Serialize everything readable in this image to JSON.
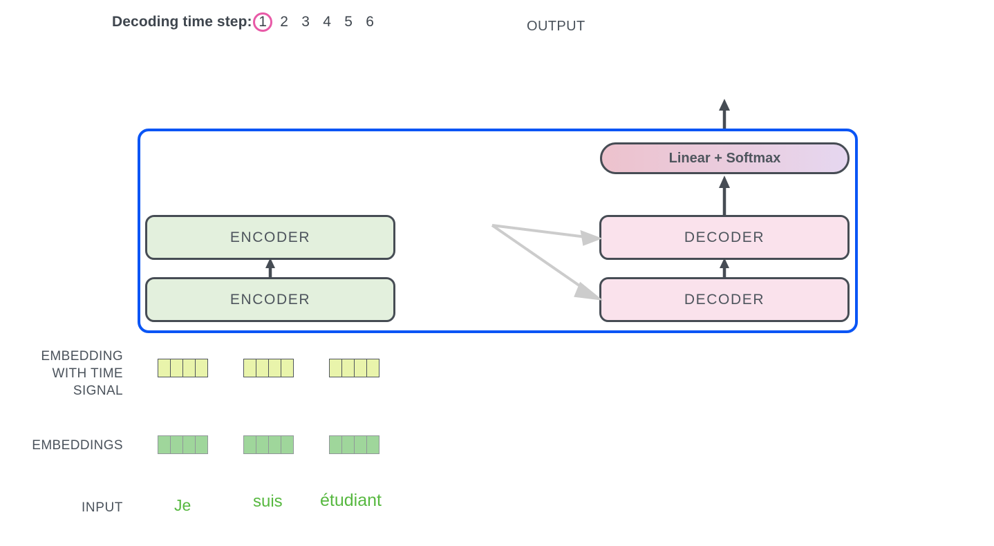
{
  "header": {
    "timestep_label": "Decoding time step:",
    "steps": [
      "1",
      "2",
      "3",
      "4",
      "5",
      "6"
    ],
    "active_step": "1",
    "active_step_index": 0,
    "output_label": "OUTPUT",
    "circle_color": "#e85aa7"
  },
  "container": {
    "border_color": "#0a55f5"
  },
  "encoder_stack": {
    "top_label": "ENCODER",
    "bottom_label": "ENCODER",
    "fill_color": "#e3f0dd",
    "border_color": "#464c54"
  },
  "decoder_stack": {
    "top_label": "DECODER",
    "bottom_label": "DECODER",
    "fill_color": "#fae2ec",
    "border_color": "#464c54"
  },
  "linear_softmax": {
    "label": "Linear + Softmax",
    "gradient_from": "#edc2cd",
    "gradient_to": "#e6d7f0"
  },
  "arrows": {
    "cross_arrow_color": "#cccccc",
    "stack_arrow_color": "#464c54"
  },
  "rows": {
    "embedding_with_time_signal": {
      "label_line_1": "EMBEDDING",
      "label_line_2": "WITH TIME",
      "label_line_3": "SIGNAL",
      "cell_color": "#e9f4ab",
      "cells_per_vector": 4,
      "vector_count": 3
    },
    "embeddings": {
      "label": "EMBEDDINGS",
      "cell_color": "#9fd69b",
      "cells_per_vector": 4,
      "vector_count": 3
    },
    "input": {
      "label": "INPUT",
      "words": [
        "Je",
        "suis",
        "étudiant"
      ],
      "word_color": "#57b840"
    }
  }
}
